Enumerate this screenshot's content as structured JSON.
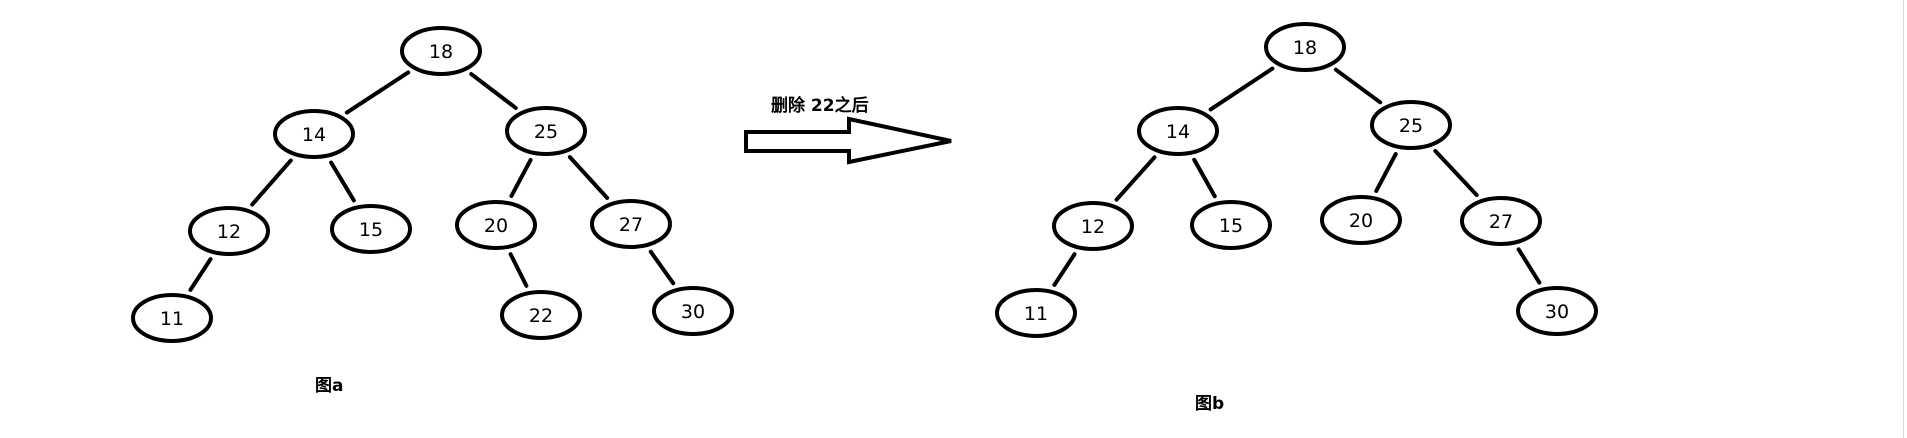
{
  "diagrams": [
    {
      "caption": "图a",
      "nodes": [
        {
          "id": "18",
          "label": "18"
        },
        {
          "id": "14",
          "label": "14"
        },
        {
          "id": "25",
          "label": "25"
        },
        {
          "id": "12",
          "label": "12"
        },
        {
          "id": "15",
          "label": "15"
        },
        {
          "id": "20",
          "label": "20"
        },
        {
          "id": "27",
          "label": "27"
        },
        {
          "id": "11",
          "label": "11"
        },
        {
          "id": "22",
          "label": "22"
        },
        {
          "id": "30",
          "label": "30"
        }
      ],
      "edges": [
        [
          "18",
          "14"
        ],
        [
          "18",
          "25"
        ],
        [
          "14",
          "12"
        ],
        [
          "14",
          "15"
        ],
        [
          "25",
          "20"
        ],
        [
          "25",
          "27"
        ],
        [
          "12",
          "11"
        ],
        [
          "20",
          "22"
        ],
        [
          "27",
          "30"
        ]
      ]
    },
    {
      "caption": "图b",
      "nodes": [
        {
          "id": "18",
          "label": "18"
        },
        {
          "id": "14",
          "label": "14"
        },
        {
          "id": "25",
          "label": "25"
        },
        {
          "id": "12",
          "label": "12"
        },
        {
          "id": "15",
          "label": "15"
        },
        {
          "id": "20",
          "label": "20"
        },
        {
          "id": "27",
          "label": "27"
        },
        {
          "id": "11",
          "label": "11"
        },
        {
          "id": "30",
          "label": "30"
        }
      ],
      "edges": [
        [
          "18",
          "14"
        ],
        [
          "18",
          "25"
        ],
        [
          "14",
          "12"
        ],
        [
          "14",
          "15"
        ],
        [
          "25",
          "20"
        ],
        [
          "25",
          "27"
        ],
        [
          "12",
          "11"
        ],
        [
          "27",
          "30"
        ]
      ]
    }
  ],
  "arrow": {
    "label": "删除 22之后"
  },
  "colors": {
    "stroke": "#000000",
    "background": "#ffffff"
  }
}
